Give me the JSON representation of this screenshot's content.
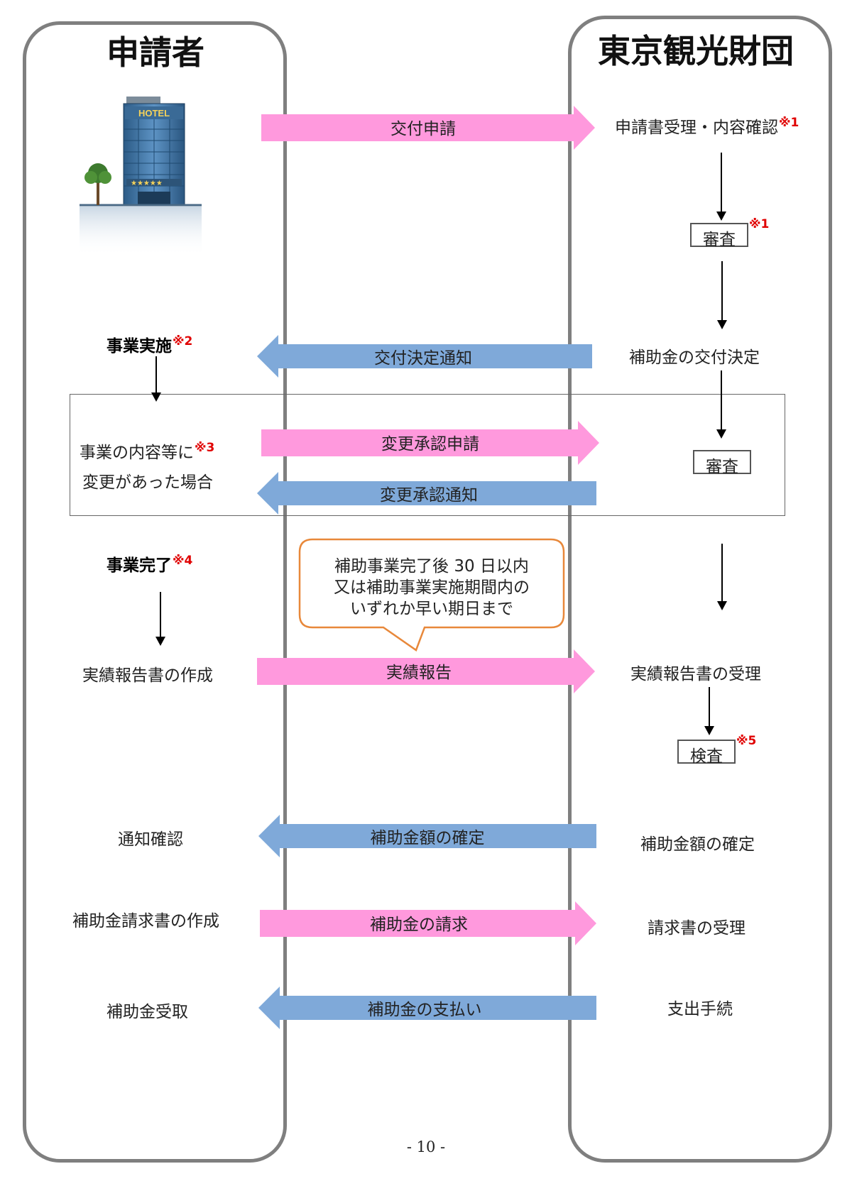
{
  "lanes": {
    "left_title": "申請者",
    "right_title": "東京観光財団"
  },
  "hotel_sign": "HOTEL",
  "applicant": {
    "implementation": "事業実施",
    "implementation_note": "※2",
    "change_line1": "事業の内容等に",
    "change_note": "※3",
    "change_line2": "変更があった場合",
    "completion": "事業完了",
    "completion_note": "※4",
    "report_creation": "実績報告書の作成",
    "notice_check": "通知確認",
    "invoice_creation": "補助金請求書の作成",
    "receipt": "補助金受取"
  },
  "foundation": {
    "application_receipt": "申請書受理・内容確認",
    "application_receipt_note": "※1",
    "review1": "審査",
    "review1_note": "※1",
    "grant_decision": "補助金の交付決定",
    "review2": "審査",
    "report_receipt": "実績報告書の受理",
    "inspection": "検査",
    "inspection_note": "※5",
    "amount_fixed": "補助金額の確定",
    "invoice_receipt": "請求書の受理",
    "payment_procedure": "支出手続"
  },
  "arrows": {
    "grant_application": "交付申請",
    "grant_decision_notice": "交付決定通知",
    "change_approval_request": "変更承認申請",
    "change_approval_notice": "変更承認通知",
    "performance_report": "実績報告",
    "amount_fixed": "補助金額の確定",
    "grant_request": "補助金の請求",
    "grant_payment": "補助金の支払い"
  },
  "callout": {
    "line1": "補助事業完了後 30 日以内",
    "line2": "又は補助事業実施期間内の",
    "line3": "いずれか早い期日まで"
  },
  "page_number": "- 10 -",
  "colors": {
    "pink_arrow": "#ff99dd",
    "blue_arrow": "#7fa9d9",
    "lane_border": "#7f7f7f",
    "note_red": "#e00000",
    "callout_border": "#e8883a"
  }
}
